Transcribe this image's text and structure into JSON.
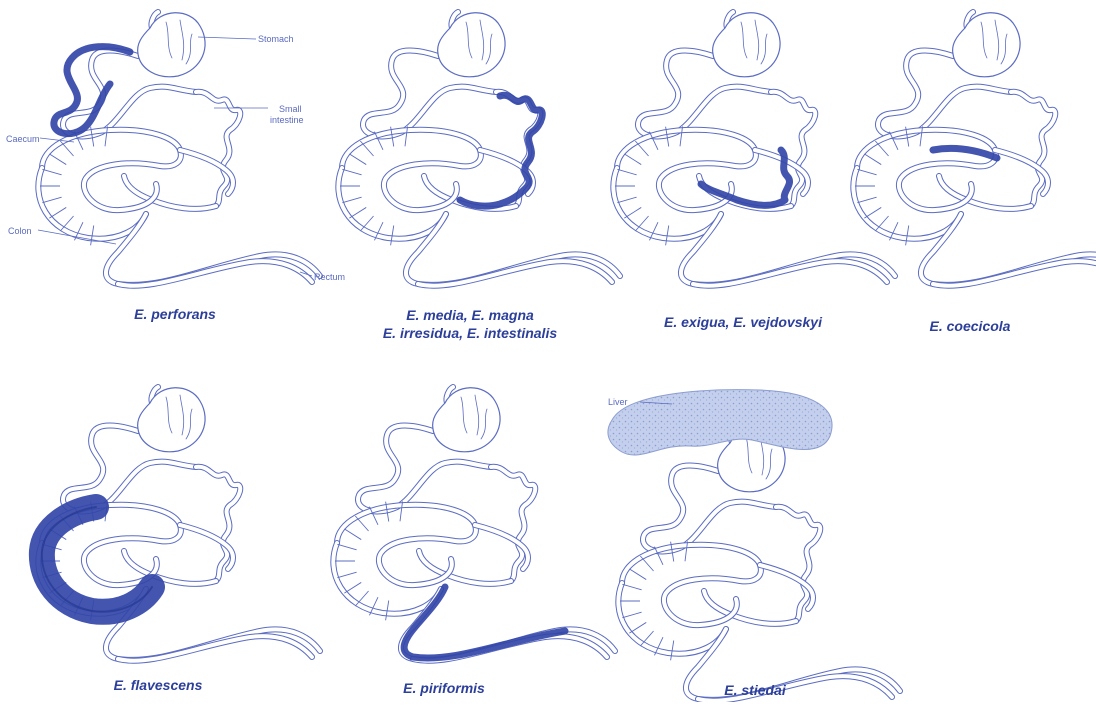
{
  "colors": {
    "outline": "#5b6cc2",
    "highlight": "#3347a8",
    "highlight_dark": "#22338c",
    "liver_fill": "#b9c6e6",
    "liver_speckle": "#8c9dd0",
    "caption": "#2c3f9a",
    "annotation": "#5a6ac0"
  },
  "annotations": {
    "stomach": "Stomach",
    "small_intestine_line1": "Small",
    "small_intestine_line2": "intestine",
    "caecum": "Caecum",
    "colon": "Colon",
    "rectum": "Rectum",
    "liver": "Liver"
  },
  "panels": [
    {
      "id": "perforans",
      "caption_lines": [
        "E. perforans"
      ],
      "highlight": "duodenum"
    },
    {
      "id": "media",
      "caption_lines": [
        "E. media, E. magna",
        "E. irresidua, E. intestinalis"
      ],
      "highlight": "jejunum"
    },
    {
      "id": "exigua",
      "caption_lines": [
        "E. exigua, E. vejdovskyi"
      ],
      "highlight": "ileum"
    },
    {
      "id": "coecicola",
      "caption_lines": [
        "E. coecicola"
      ],
      "highlight": "appendix"
    },
    {
      "id": "flavescens",
      "caption_lines": [
        "E. flavescens"
      ],
      "highlight": "caecum"
    },
    {
      "id": "piriformis",
      "caption_lines": [
        "E. piriformis"
      ],
      "highlight": "colon"
    },
    {
      "id": "stiedai",
      "caption_lines": [
        "E. stiedai"
      ],
      "highlight": "liver"
    }
  ]
}
